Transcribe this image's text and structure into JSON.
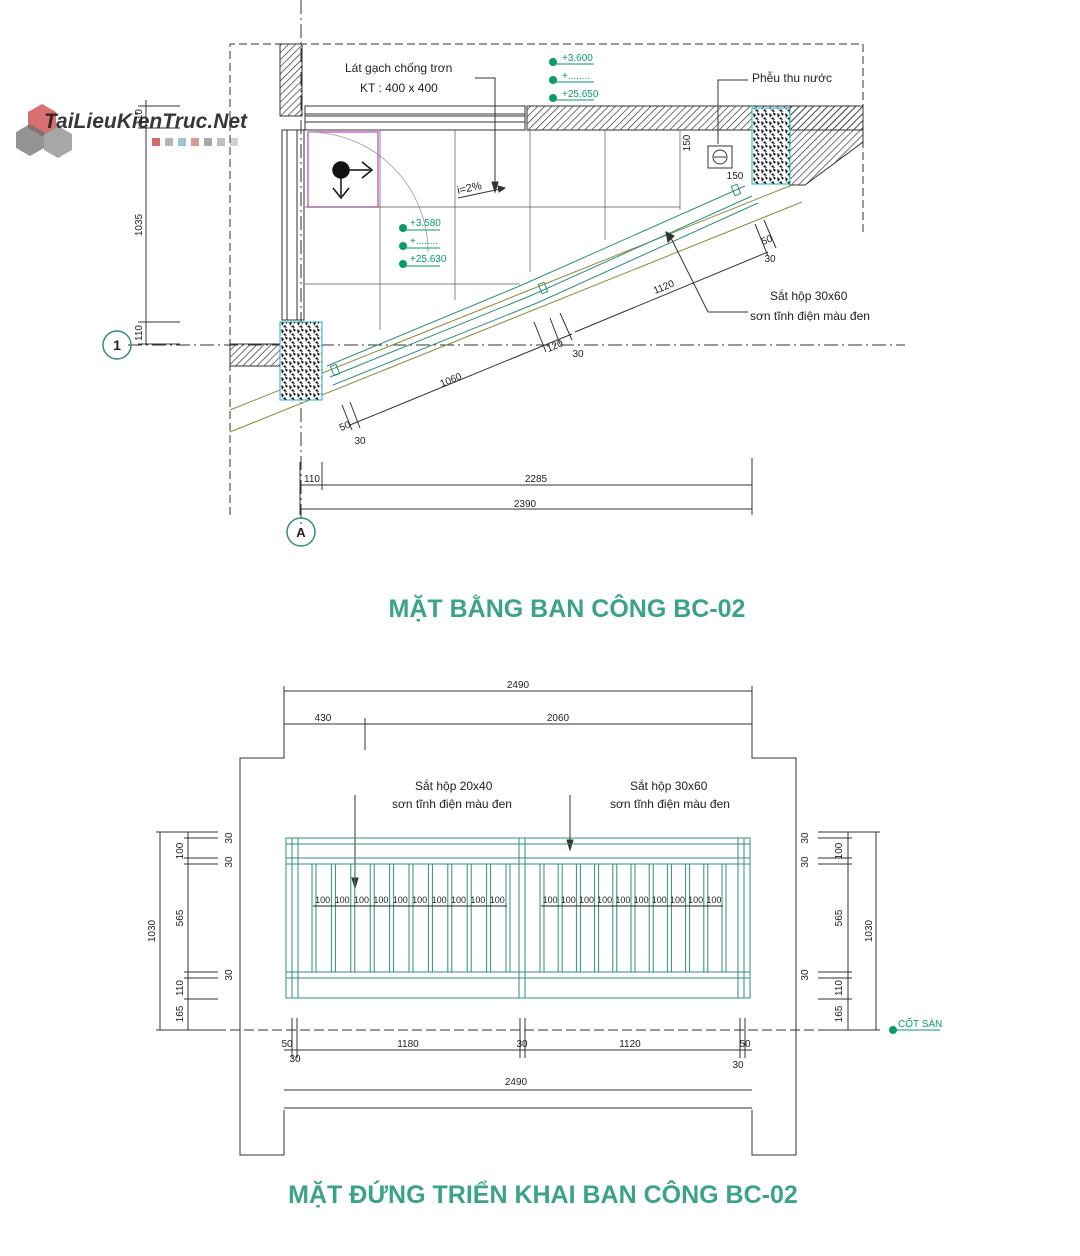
{
  "watermark": {
    "text": "TaiLieuKienTruc.Net"
  },
  "plan": {
    "title": "MẶT BẰNG BAN CÔNG BC-02",
    "note_tile_1": "Lát gạch chống trơn",
    "note_tile_2": "KT : 400 x 400",
    "note_drain": "Phễu thu nước",
    "note_rail_1": "Sắt hộp 30x60",
    "note_rail_2": "sơn tĩnh điện màu đen",
    "slope": "i=2%",
    "level_a1": "+3.600",
    "level_a2": "+........",
    "level_a3": "+25.650",
    "level_b1": "+3.580",
    "level_b2": "+........",
    "level_b3": "+25.630",
    "grid_1": "1",
    "grid_a": "A",
    "dims": {
      "d110_top": "110",
      "d1035": "1035",
      "d110_bottom": "110",
      "d150_v": "150",
      "d150_h": "150",
      "d1120": "1120",
      "d50_right": "50",
      "d30_right": "30",
      "d120": "120",
      "d30_mid": "30",
      "d1060": "1060",
      "d50_left": "50",
      "d30_left": "30",
      "d110_h": "110",
      "d2285": "2285",
      "d2390": "2390"
    }
  },
  "elevation": {
    "title": "MẶT ĐỨNG TRIỂN KHAI BAN CÔNG BC-02",
    "note_left_1": "Sắt hộp 20x40",
    "note_left_2": "sơn tĩnh điện màu đen",
    "note_right_1": "Sắt hộp 30x60",
    "note_right_2": "sơn tĩnh điện màu đen",
    "floor_level": "CỐT SÀN",
    "spacing_label": "100",
    "dims": {
      "top_2490": "2490",
      "top_430": "430",
      "top_2060": "2060",
      "v_30a": "30",
      "v_100": "100",
      "v_30b": "30",
      "v_565": "565",
      "v_30c": "30",
      "v_110": "110",
      "v_165": "165",
      "v_1030": "1030",
      "b_50a": "50",
      "b_30a": "30",
      "b_1180": "1180",
      "b_30b": "30",
      "b_1120": "1120",
      "b_50b": "50",
      "b_30c": "30",
      "b_2490": "2490"
    }
  },
  "colors": {
    "title": "#3aa38a",
    "level_marker": "#0a9a6c",
    "rail": "#2f8f7b",
    "grid_circle": "#2f8f7b",
    "drain_outline": "#1ab3c4",
    "slab_line": "#8a8a3a",
    "window_outline": "#c040c0"
  }
}
